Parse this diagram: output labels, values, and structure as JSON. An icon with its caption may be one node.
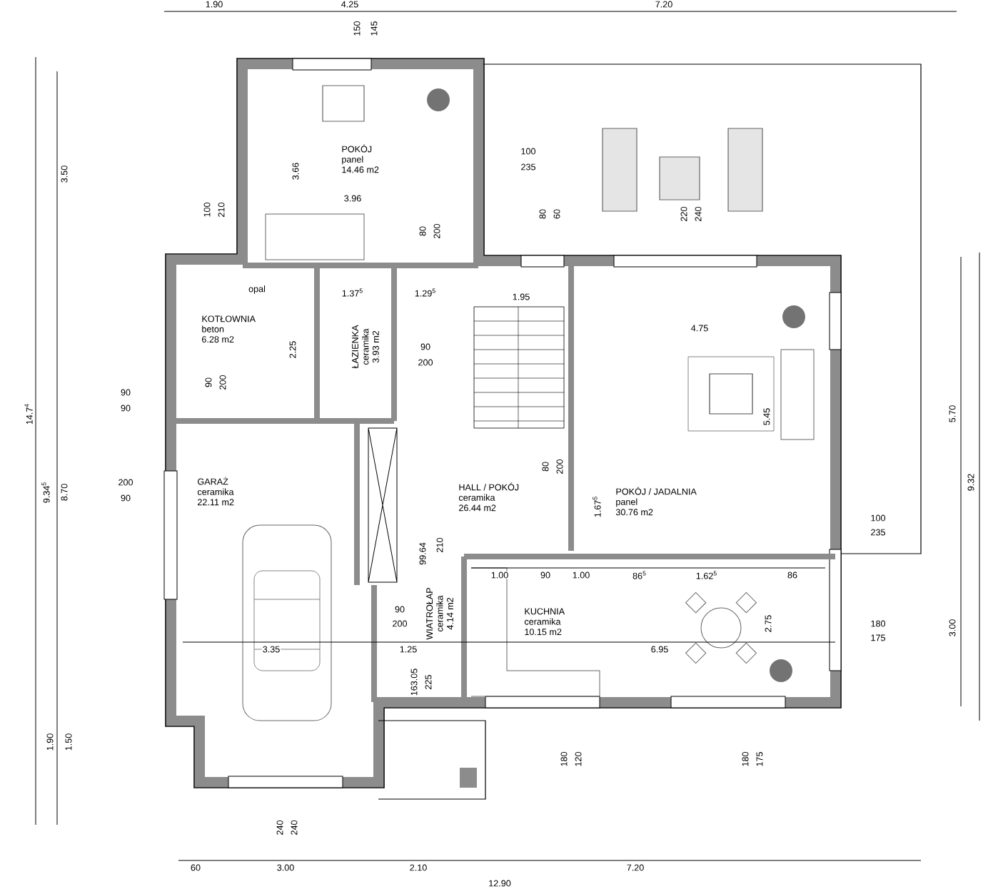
{
  "diagram": {
    "nodes": [
      {
        "text": [
          "POKÓJ",
          "panel",
          "14.46 m2"
        ]
      },
      {
        "text": [
          "KOTŁOWNIA",
          "beton",
          "6.28 m2"
        ]
      },
      {
        "text": [
          "ŁAZIENKA",
          "ceramika",
          "3.93 m2"
        ]
      },
      {
        "text": [
          "GARAŻ",
          "ceramika",
          "22.11 m2"
        ]
      },
      {
        "text": [
          "HALL / POKÓJ",
          "ceramika",
          "26.44 m2"
        ]
      },
      {
        "text": [
          "POKÓJ / JADALNIA",
          "panel",
          "30.76 m2"
        ]
      },
      {
        "text": [
          "WIATROŁAP",
          "ceramika",
          "4.14 m2"
        ]
      },
      {
        "text": [
          "KUCHNIA",
          "ceramika",
          "10.15 m2"
        ]
      }
    ],
    "labels": [
      "1.90",
      "4.25",
      "7.20",
      "150",
      "145",
      "100",
      "235",
      "3.50",
      "3.66",
      "3.96",
      "100",
      "210",
      "80",
      "60",
      "220",
      "240",
      "80",
      "200",
      "opal",
      "1.37$^{5}$",
      "1.29$^{5}$",
      "1.95",
      "4.75",
      "2.25",
      "90",
      "200",
      "90",
      "200",
      "90",
      "90",
      "5.45",
      "5.70",
      "80",
      "200",
      "200",
      "90",
      "9.34$^{5}$",
      "8.70",
      "14.7$^{4}$",
      "9.32",
      "1.67$^{5}$",
      "100",
      "235",
      "99.64",
      "210",
      "1.00",
      "90",
      "1.00",
      "86$^{5}$",
      "1.62$^{5}$",
      "86",
      "90",
      "200",
      "2.75",
      "180",
      "175",
      "3.00",
      "3.35",
      "1.25",
      "6.95",
      "163.05",
      "225",
      "1.90",
      "1.50",
      "180",
      "120",
      "180",
      "175",
      "240",
      "240",
      "60",
      "3.00",
      "2.10",
      "7.20",
      "12.90"
    ]
  }
}
